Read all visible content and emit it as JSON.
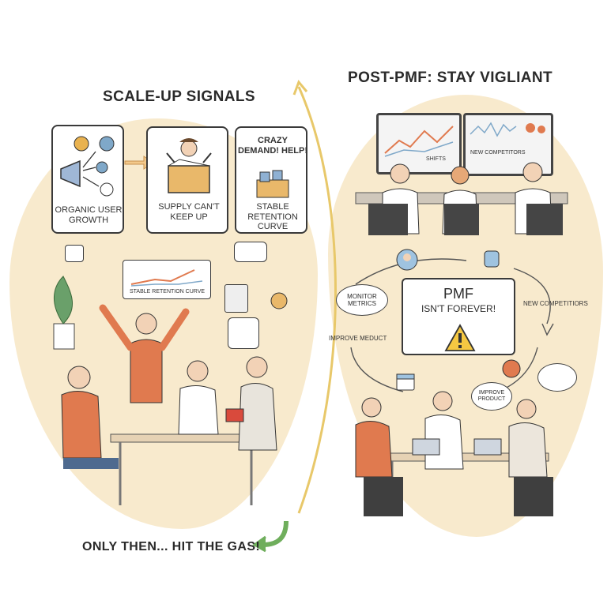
{
  "left": {
    "title": "SCALE-UP SIGNALS",
    "cards": [
      {
        "caption": "ORGANIC USER GROWTH"
      },
      {
        "caption": "SUPPLY CAN'T KEEP UP"
      },
      {
        "title": "CRAZY DEMAND! HELP!",
        "caption": "STABLE RETENTION CURVE"
      }
    ],
    "chart_label": "STABLE RETENTION CURVE",
    "footer": "ONLY THEN... HIT THE GAS!"
  },
  "right": {
    "title": "POST-PMF: STAY VIGLIANT",
    "monitor_left_label": "SHIFTS",
    "monitor_right_label": "NEW COMPETITORS",
    "pmf_title": "PMF",
    "pmf_subtitle": "ISN'T FOREVER!",
    "cycle_monitor": "MONITOR METRICS",
    "cycle_new": "NEW COMPETITIORS",
    "cycle_improve_left": "IMPROVE MEDUCT",
    "cycle_improve_bubble": "IMPROVE PRODUCT"
  },
  "colors": {
    "accent_orange": "#e07a4f",
    "blob": "#f7e6c4",
    "ink": "#2b2b2b",
    "alert": "#f5c842",
    "arrow_green": "#6fae5c"
  }
}
